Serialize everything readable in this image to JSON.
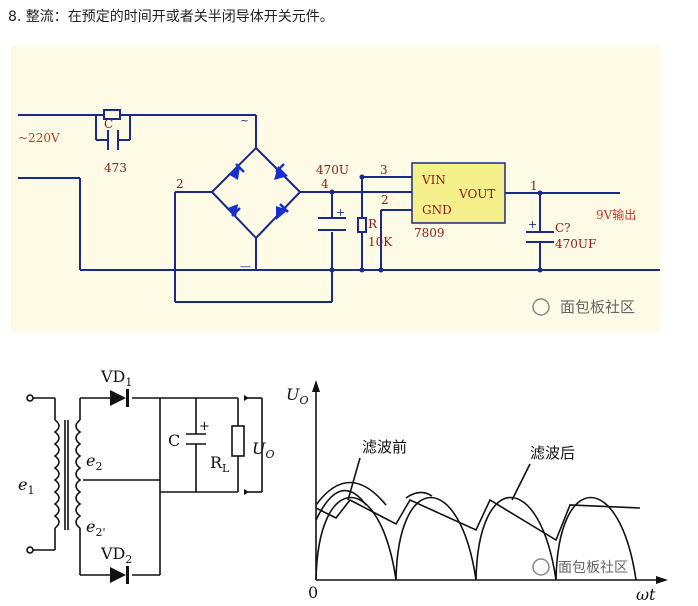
{
  "heading": "8. 整流：在预定的时间开或者关半闭导体开关元件。",
  "top_circuit": {
    "ac_input": "~220V",
    "cap_c_label": "C",
    "cap_c_value": "473",
    "node_2_left": "2",
    "node_4": "4",
    "cap_470u": "470U",
    "node_3": "3",
    "node_2_right": "2",
    "resistor_r": "R",
    "resistor_10k": "10K",
    "reg_vin": "VIN",
    "reg_gnd": "GND",
    "reg_vout": "VOUT",
    "reg_part": "7809",
    "node_1": "1",
    "cap_out_label": "C?",
    "cap_out_value": "470UF",
    "output_label": "9V输出",
    "watermark": "面包板社区",
    "colors": {
      "wire": "#1a2a8a",
      "label": "#8b1a1a",
      "output": "#c0392b",
      "regulator": "#f5f08c",
      "diode": "#1a2fd0"
    }
  },
  "bottom_circuit": {
    "vd1": "VD",
    "vd1_sub": "1",
    "vd2": "VD",
    "vd2_sub": "2",
    "e1": "e",
    "e1_sub": "1",
    "e2": "e",
    "e2_sub": "2",
    "e2p": "e",
    "e2p_sub": "2'",
    "cap_c": "C",
    "plus": "+",
    "rl": "R",
    "rl_sub": "L",
    "uo": "U",
    "uo_sub": "O"
  },
  "waveform": {
    "y_axis": "U",
    "y_axis_sub": "O",
    "before_label": "滤波前",
    "after_label": "滤波后",
    "origin": "0",
    "x_axis": "ωt",
    "watermark": "面包板社区"
  }
}
